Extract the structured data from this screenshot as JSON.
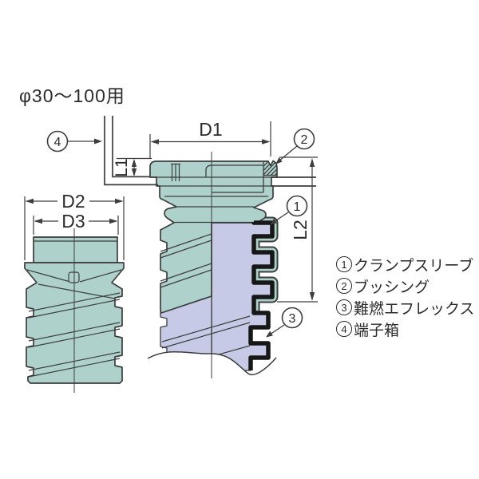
{
  "title": "φ30〜100用",
  "dimension_labels": {
    "d1": "D1",
    "d2": "D2",
    "d3": "D3",
    "l1": "L1",
    "l2": "L2"
  },
  "callouts": {
    "c1": "1",
    "c2": "2",
    "c3": "3",
    "c4": "4"
  },
  "legend": {
    "items": [
      {
        "num": "1",
        "label": "クランプスリーブ"
      },
      {
        "num": "2",
        "label": "ブッシング"
      },
      {
        "num": "3",
        "label": "難燃エフレックス"
      },
      {
        "num": "4",
        "label": "端子箱"
      }
    ]
  },
  "colors": {
    "body_teal": "#aed2cb",
    "conduit_purple": "#c6cae7",
    "line": "#3d3d3d",
    "corrugation_black": "#171717",
    "background": "#ffffff"
  }
}
